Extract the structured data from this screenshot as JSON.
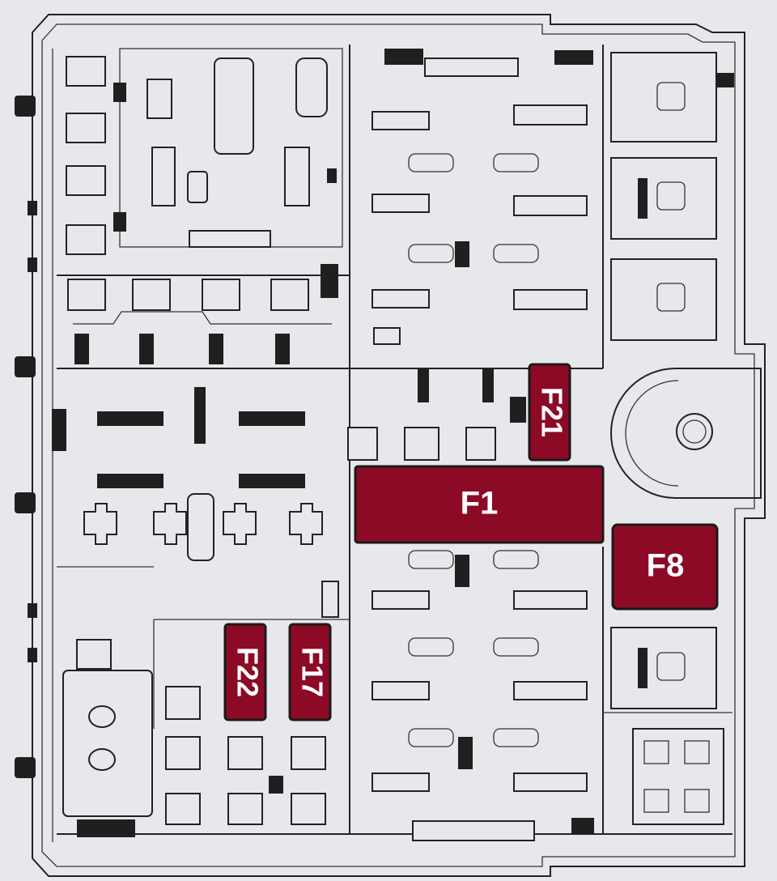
{
  "colors": {
    "background": "#e6e8eb",
    "line": "#222222",
    "fuse_fill": "#8c0a25",
    "fuse_text": "#ffffff"
  },
  "fuses": {
    "f1": "F1",
    "f8": "F8",
    "f17": "F17",
    "f21": "F21",
    "f22": "F22"
  }
}
